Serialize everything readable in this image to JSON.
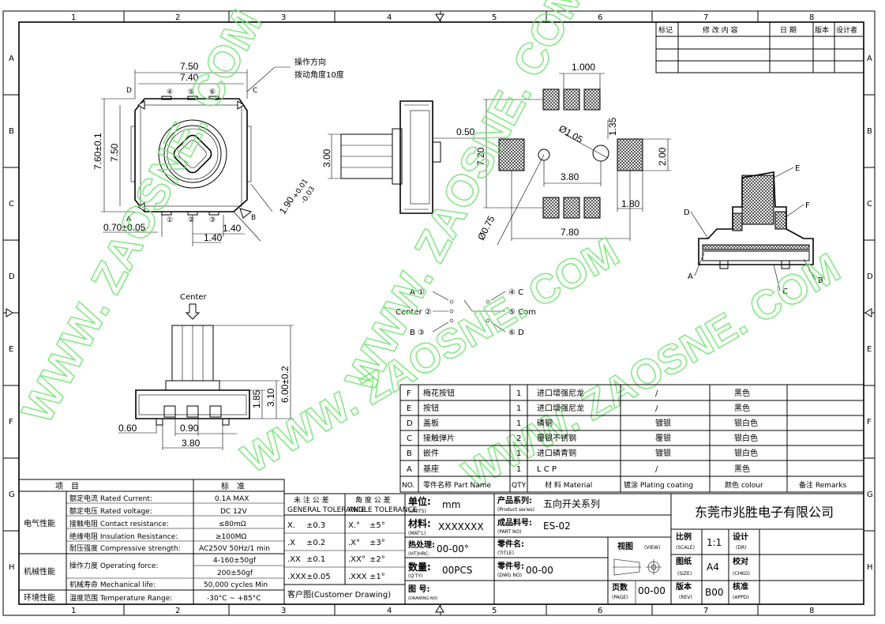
{
  "frame": {
    "cols": [
      "1",
      "2",
      "3",
      "4",
      "5",
      "6",
      "7",
      "8"
    ],
    "rows": [
      "A",
      "B",
      "C",
      "D",
      "E",
      "F",
      "G",
      "H"
    ]
  },
  "revision_table": {
    "headers": [
      "标记",
      "修 改 内 容",
      "日 期",
      "版本",
      "设计者"
    ]
  },
  "dims": {
    "d750a": "7.50",
    "d740": "7.40",
    "d760": "7.60±0.1",
    "d750b": "7.50",
    "d070": "0.70±0.05",
    "d140a": "1.40",
    "d140b": "1.40",
    "d190": "1.90",
    "d190tol_up": "+0.01",
    "d190tol_dn": "-0.03",
    "d300": "3.00",
    "d050": "0.50",
    "d1000": "1.000",
    "d720": "7.20",
    "d105": "Ø1.05",
    "d135": "1.35",
    "d380a": "3.80",
    "d200": "2.00",
    "d180": "1.80",
    "d075": "Ø0.75",
    "d780": "7.80",
    "d600": "6.00±0.2",
    "d310": "3.10",
    "d185": "1.85",
    "d060": "0.60",
    "d090": "0.90",
    "d380b": "3.80"
  },
  "labels": {
    "op_dir": "操作方向",
    "op_angle": "拨动角度10度",
    "center": "Center",
    "pinA": "A",
    "pinB": "B",
    "pinC": "C",
    "pinD": "D",
    "pin_center": "Center",
    "sw_A": "A ①",
    "sw_center": "Center ②",
    "sw_B": "B ③",
    "sw_C": "④ C",
    "sw_com": "⑤ Com",
    "sw_D": "⑥ D",
    "c4": "④",
    "c5": "⑤",
    "c6": "⑥",
    "c1": "①",
    "c2": "②",
    "c3": "③",
    "sec_A": "A",
    "sec_B": "B",
    "sec_C": "C",
    "sec_D": "D",
    "sec_E": "E",
    "sec_F": "F"
  },
  "watermark": "WWW. ZAOSNE. COM",
  "bom": {
    "rows": [
      [
        "F",
        "梅花按钮",
        "1",
        "进口增强尼龙",
        "/",
        "黑色"
      ],
      [
        "E",
        "按钮",
        "1",
        "进口增强尼龙",
        "/",
        "黑色"
      ],
      [
        "D",
        "盖板",
        "1",
        "磷铜",
        "镀银",
        "银白色"
      ],
      [
        "C",
        "接触弹片",
        "2",
        "覆银不锈钢",
        "覆银",
        "银白色"
      ],
      [
        "B",
        "嵌件",
        "1",
        "进口磷青铜",
        "镀银",
        "银白色"
      ],
      [
        "A",
        "基座",
        "1",
        "L C P",
        "/",
        "黑色"
      ]
    ],
    "header": [
      "NO.",
      "零件名称 Part Name",
      "QTY",
      "材 料 Material",
      "镀涂 Plating coating",
      "颜色 colour",
      "备注 Remarks"
    ]
  },
  "spec": {
    "header_item": "项　目",
    "header_std": "标　准",
    "groups": [
      {
        "name": "电气性能",
        "rows": [
          [
            "额定电流 Rated Current:",
            "0.1A MAX"
          ],
          [
            "额定电压 Rated voltage:",
            "DC 12V"
          ],
          [
            "接触电阻 Contact resistance:",
            "≤80mΩ"
          ],
          [
            "绝缘电阻 Insulation Resistance:",
            "≥100MΩ"
          ],
          [
            "耐压强度 Compressive strength:",
            "AC250V 50Hz/1 min"
          ]
        ]
      },
      {
        "name": "机械性能",
        "rows": [
          [
            "操作力度 Operating force:",
            "4-160±50gf"
          ],
          [
            "",
            "200±50gf"
          ],
          [
            "机械寿命 Mechanical life:",
            "50,000 cycles Min"
          ]
        ]
      },
      {
        "name": "环境性能",
        "rows": [
          [
            "温度范围 Temperature Range:",
            "-30°C ~ +85°C"
          ]
        ]
      }
    ]
  },
  "tolerance": {
    "gen_title": "未 注 公 差",
    "gen_sub": "GENERAL TOLERANCE",
    "ang_title": "角 度 公 差",
    "ang_sub": "ANGLE TOLERANCE",
    "rows": [
      [
        "X.",
        "±0.3",
        "X.°",
        "±5°"
      ],
      [
        ".X",
        "±0.2",
        ".X°",
        "±3°"
      ],
      [
        ".XX",
        "±0.1",
        ".XX°",
        "±2°"
      ],
      [
        ".XXX",
        "±0.05",
        ".XXX",
        "±1°"
      ]
    ],
    "customer": "客户图(Customer Drawing)"
  },
  "title_block": {
    "unit_lbl": "单位:",
    "unit_sub": "(UNITS)",
    "unit_val": "mm",
    "series_lbl": "产品系列:",
    "series_sub": "(Product series)",
    "series_val": "五向开关系列",
    "company": "东莞市兆胜电子有限公司",
    "mat_lbl": "材料:",
    "mat_sub": "(MAT'L)",
    "mat_val": "XXXXXXX",
    "part_lbl": "成品料号:",
    "part_sub": "(PART NO)",
    "part_val": "ES-02",
    "ht_lbl": "热处理:",
    "ht_sub": "(HT)HRC:",
    "ht_val": "00-00°",
    "title_lbl": "零件名:",
    "title_sub": "(TITLE)",
    "view_lbl": "视图",
    "view_sub": "(VIEW)",
    "qty_lbl": "数量:",
    "qty_sub": "(Q'TY)",
    "qty_val": "00PCS",
    "dwg_lbl": "零件号:",
    "dwg_sub": "(DWG NO)",
    "dwg_val": "00-00",
    "draw_lbl": "图 号:",
    "draw_sub": "(DRAWING NO)",
    "page_lbl": "页数",
    "page_sub": "(PAGE)",
    "page_val": "00-00",
    "scale_lbl": "比例",
    "scale_sub": "(SCALE)",
    "scale_val": "1:1",
    "size_lbl": "图纸",
    "size_sub": "(SIZE)",
    "size_val": "A4",
    "rev_lbl": "版本",
    "rev_sub": "(REV)",
    "rev_val": "B00",
    "dr_lbl": "设计",
    "dr_sub": "(DR)",
    "chk_lbl": "校对",
    "chk_sub": "(CHKD)",
    "appd_lbl": "核准",
    "appd_sub": "(APPD)"
  }
}
